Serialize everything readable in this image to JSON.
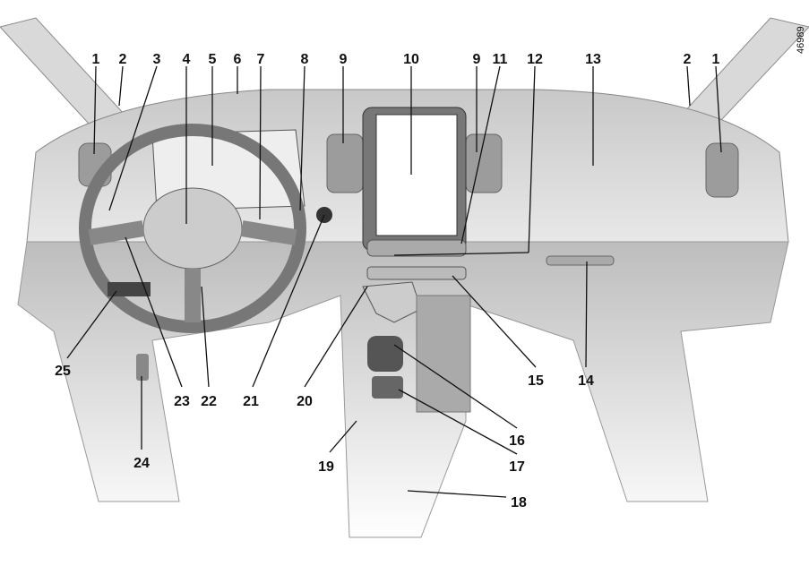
{
  "reference_code": "46989",
  "callouts": [
    {
      "number": "1"
    },
    {
      "number": "2"
    },
    {
      "number": "3"
    },
    {
      "number": "4"
    },
    {
      "number": "5"
    },
    {
      "number": "6"
    },
    {
      "number": "7"
    },
    {
      "number": "8"
    },
    {
      "number": "9"
    },
    {
      "number": "10"
    },
    {
      "number": "9"
    },
    {
      "number": "11"
    },
    {
      "number": "12"
    },
    {
      "number": "13"
    },
    {
      "number": "2"
    },
    {
      "number": "1"
    },
    {
      "number": "25"
    },
    {
      "number": "23"
    },
    {
      "number": "22"
    },
    {
      "number": "21"
    },
    {
      "number": "20"
    },
    {
      "number": "15"
    },
    {
      "number": "14"
    },
    {
      "number": "16"
    },
    {
      "number": "17"
    },
    {
      "number": "19"
    },
    {
      "number": "24"
    },
    {
      "number": "18"
    }
  ]
}
